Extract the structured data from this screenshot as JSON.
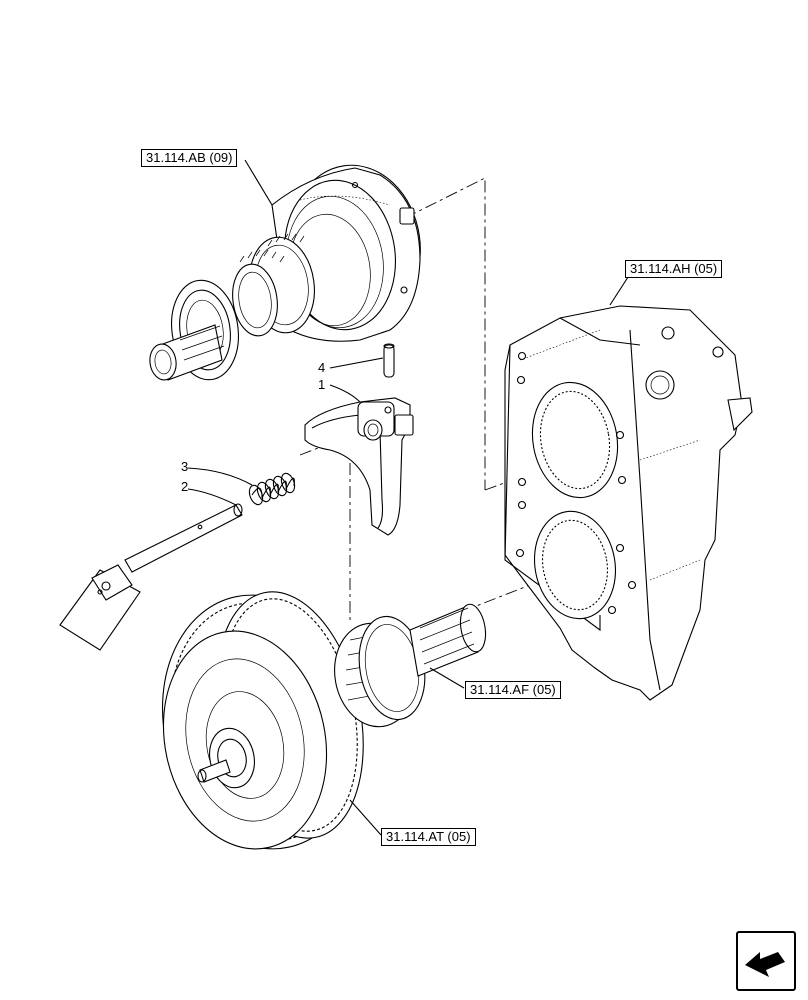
{
  "callouts": {
    "ab": "31.114.AB (09)",
    "ah": "31.114.AH (05)",
    "af": "31.114.AF (05)",
    "at": "31.114.AT (05)"
  },
  "items": {
    "n1": "1",
    "n2": "2",
    "n3": "3",
    "n4": "4"
  },
  "icons": {
    "nav": "back-arrow-icon"
  }
}
